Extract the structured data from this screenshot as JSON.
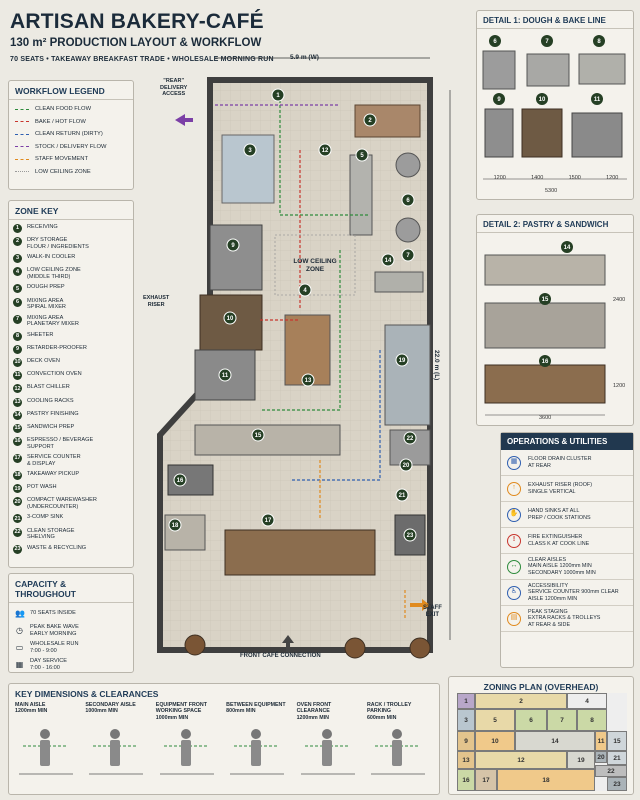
{
  "header": {
    "title": "ARTISAN BAKERY-CAFÉ",
    "subtitle": "130 m² PRODUCTION LAYOUT & WORKFLOW",
    "tagline": "70 SEATS  •  TAKEAWAY BREAKFAST TRADE  •  WHOLESALE MORNING RUN"
  },
  "workflow_legend": {
    "title": "WORKFLOW LEGEND",
    "items": [
      {
        "label": "CLEAN FOOD FLOW",
        "color": "#2e8b3c"
      },
      {
        "label": "BAKE / HOT FLOW",
        "color": "#c8352d"
      },
      {
        "label": "CLEAN RETURN (DIRTY)",
        "color": "#2f5fb0"
      },
      {
        "label": "STOCK / DELIVERY FLOW",
        "color": "#7b3fa6"
      },
      {
        "label": "STAFF MOVEMENT",
        "color": "#e08a1e"
      },
      {
        "label": "LOW CEILING ZONE",
        "color": "#9a9a9a"
      }
    ]
  },
  "zone_key": {
    "title": "ZONE KEY",
    "items": [
      {
        "n": "1",
        "label": "RECEIVING"
      },
      {
        "n": "2",
        "label": "DRY STORAGE\nFLOUR / INGREDIENTS"
      },
      {
        "n": "3",
        "label": "WALK-IN COOLER"
      },
      {
        "n": "4",
        "label": "LOW CEILING ZONE\n(MIDDLE THIRD)"
      },
      {
        "n": "5",
        "label": "DOUGH PREP"
      },
      {
        "n": "6",
        "label": "MIXING AREA\nSPIRAL MIXER"
      },
      {
        "n": "7",
        "label": "MIXING AREA\nPLANETARY MIXER"
      },
      {
        "n": "8",
        "label": "SHEETER"
      },
      {
        "n": "9",
        "label": "RETARDER-PROOFER"
      },
      {
        "n": "10",
        "label": "DECK OVEN"
      },
      {
        "n": "11",
        "label": "CONVECTION OVEN"
      },
      {
        "n": "12",
        "label": "BLAST CHILLER"
      },
      {
        "n": "13",
        "label": "COOLING RACKS"
      },
      {
        "n": "14",
        "label": "PASTRY FINISHING"
      },
      {
        "n": "15",
        "label": "SANDWICH PREP"
      },
      {
        "n": "16",
        "label": "ESPRESSO / BEVERAGE\nSUPPORT"
      },
      {
        "n": "17",
        "label": "SERVICE COUNTER\n& DISPLAY"
      },
      {
        "n": "18",
        "label": "TAKEAWAY PICKUP"
      },
      {
        "n": "19",
        "label": "POT WASH"
      },
      {
        "n": "20",
        "label": "COMPACT WAREWASHER\n(UNDERCOUNTER)"
      },
      {
        "n": "21",
        "label": "3-COMP SINK"
      },
      {
        "n": "22",
        "label": "CLEAN STORAGE\nSHELVING"
      },
      {
        "n": "23",
        "label": "WASTE & RECYCLING"
      }
    ]
  },
  "capacity": {
    "title": "CAPACITY & THROUGHOUT",
    "items": [
      {
        "icon": "people-icon",
        "label": "70 SEATS INSIDE"
      },
      {
        "icon": "clock-icon",
        "label": "PEAK BAKE WAVE\nEARLY MORNING"
      },
      {
        "icon": "truck-icon",
        "label": "WHOLESALE RUN\n7:00 - 9:00"
      },
      {
        "icon": "calendar-icon",
        "label": "DAY SERVICE\n7:00 - 16:00"
      }
    ]
  },
  "plan": {
    "width_label": "5.9 m (W)",
    "length_label": "22.0 m (L)",
    "rear_access": "\"REAR\"\nDELIVERY\nACCESS",
    "exhaust_riser": "EXHAUST\nRISER",
    "low_ceiling": "LOW CEILING\nZONE",
    "front_connection": "FRONT CAFÉ CONNECTION",
    "staff_exit": "STAFF\nEXIT"
  },
  "detail1": {
    "title": "DETAIL 1: DOUGH & BAKE LINE",
    "dims": [
      "1200",
      "1400",
      "1500",
      "1200"
    ],
    "total": "5300",
    "top_nums": [
      "6",
      "7",
      "8"
    ],
    "bottom_nums": [
      "9",
      "10",
      "11"
    ]
  },
  "detail2": {
    "title": "DETAIL 2: PASTRY & SANDWICH",
    "nums": [
      "14",
      "15",
      "16"
    ],
    "height1": "2400",
    "height2": "1200",
    "width": "3600"
  },
  "ops": {
    "title": "OPERATIONS & UTILITIES",
    "items": [
      {
        "icon": "drain-icon",
        "color": "#2f5fb0",
        "label": "FLOOR DRAIN CLUSTER\nAT REAR"
      },
      {
        "icon": "exhaust-icon",
        "color": "#e08a1e",
        "label": "EXHAUST RISER (ROOF)\nSINGLE VERTICAL"
      },
      {
        "icon": "hand-sink-icon",
        "color": "#2f5fb0",
        "label": "HAND SINKS AT ALL\nPREP / COOK STATIONS"
      },
      {
        "icon": "fire-extinguisher-icon",
        "color": "#c8352d",
        "label": "FIRE EXTINGUISHER\nCLASS K AT COOK LINE"
      },
      {
        "icon": "clear-aisle-icon",
        "color": "#2e8b3c",
        "label": "CLEAR AISLES\nMAIN AISLE 1200mm MIN\nSECONDARY 1000mm MIN"
      },
      {
        "icon": "accessibility-icon",
        "color": "#2f5fb0",
        "label": "ACCESSIBILITY\nSERVICE COUNTER 900mm CLEAR\nAISLE 1200mm MIN"
      },
      {
        "icon": "peak-staging-icon",
        "color": "#e08a1e",
        "label": "PEAK STAGING\nEXTRA RACKS & TROLLEYS\nAT REAR & SIDE"
      }
    ]
  },
  "dimensions": {
    "title": "KEY DIMENSIONS & CLEARANCES",
    "items": [
      {
        "label": "MAIN AISLE\n1200mm MIN"
      },
      {
        "label": "SECONDARY AISLE\n1000mm MIN"
      },
      {
        "label": "EQUIPMENT FRONT\nWORKING SPACE\n1000mm MIN"
      },
      {
        "label": "BETWEEN EQUIPMENT\n800mm MIN"
      },
      {
        "label": "OVEN FRONT\nCLEARANCE\n1200mm MIN"
      },
      {
        "label": "RACK / TROLLEY\nPARKING\n600mm MIN"
      }
    ]
  },
  "zoning": {
    "title": "ZONING PLAN (OVERHEAD)",
    "cells": [
      "1",
      "2",
      "3",
      "5",
      "6",
      "7",
      "8",
      "4",
      "9",
      "10",
      "14",
      "11",
      "13",
      "12",
      "19",
      "20",
      "15",
      "21",
      "16",
      "17",
      "18",
      "22",
      "23"
    ]
  },
  "colors": {
    "accent": "#21384f",
    "zone_badge": "#253f24",
    "floor": "#d9d3c6",
    "wall": "#4a4a4a"
  }
}
